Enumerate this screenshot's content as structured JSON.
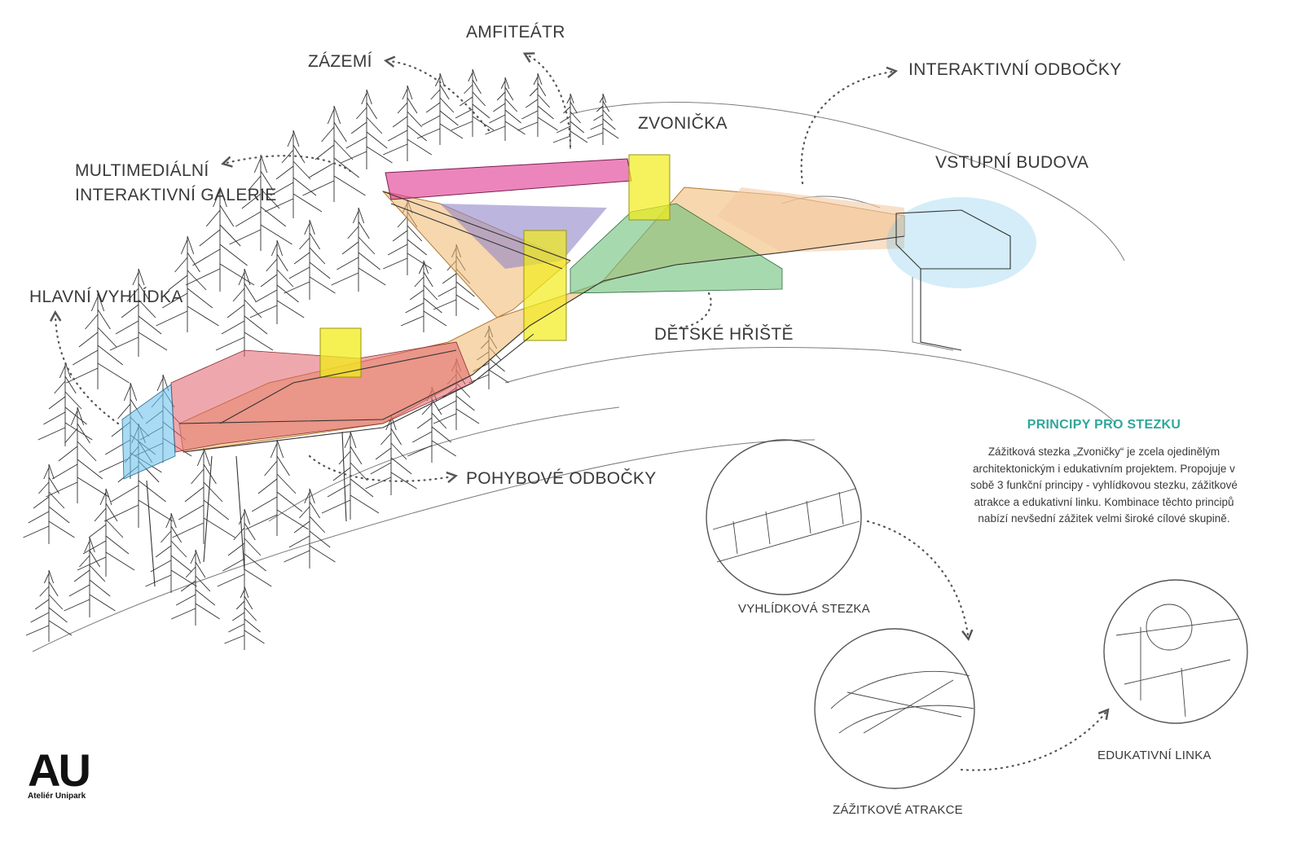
{
  "labels": {
    "amfiteatr": "AMFITEÁTR",
    "zazemi": "ZÁZEMÍ",
    "zvonicka": "ZVONIČKA",
    "interaktivni_odbocky": "INTERAKTIVNÍ ODBOČKY",
    "vstupni_budova": "VSTUPNÍ BUDOVA",
    "galerie_line1": "MULTIMEDIÁLNÍ",
    "galerie_line2": "INTERAKTIVNÍ GALERIE",
    "hlavni_vyhlidka": "HLAVNÍ VYHLÍDKA",
    "detske_hriste": "DĚTSKÉ HŘIŠTĚ",
    "pohybove_odbocky": "POHYBOVÉ ODBOČKY"
  },
  "principles": {
    "title": "PRINCIPY PRO STEZKU",
    "text": "Zážitková stezka „Zvoničky“ je zcela ojedinělým architektonickým i edukativním projektem. Propojuje v sobě 3 funkční principy - vyhlídkovou stezku, zážitkové atrakce a edukativní linku. Kombinace těchto principů nabízí nevšední zážitek velmi široké cílové skupině."
  },
  "vignettes": {
    "vyhlidkova": "VYHLÍDKOVÁ STEZKA",
    "zazitkove": "ZÁŽITKOVÉ ATRAKCE",
    "edukativni": "EDUKATIVNÍ LINKA"
  },
  "logo": {
    "mark": "AU",
    "name": "Ateliér Unipark"
  },
  "colors": {
    "pink": "#e0338f",
    "red": "#e0606a",
    "orange": "#f0b66a",
    "green": "#6cbf7a",
    "purple": "#8f86c8",
    "yellow": "#f2ec1a",
    "blue": "#6fc3ec",
    "teal": "#2fa79a"
  }
}
